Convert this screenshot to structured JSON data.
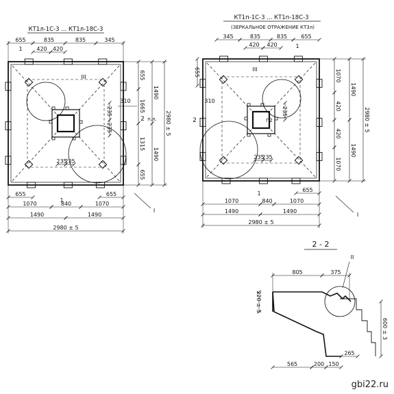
{
  "left_plan": {
    "title": "КТ1л-1С-3 ... КТ1л-18С-3",
    "top_dims": [
      "655",
      "835",
      "835",
      "345"
    ],
    "top_inner_dims": [
      "420",
      "420"
    ],
    "right_dims": [
      "655",
      "1665",
      "1315",
      "655"
    ],
    "right_outer_dims": [
      "1490",
      "1490"
    ],
    "overall_vertical": "2980 ± 5",
    "bottom_row1": [
      "655",
      "655"
    ],
    "bottom_row2": [
      "1070",
      "840",
      "1070"
    ],
    "bottom_row3": [
      "1490",
      "1490"
    ],
    "overall_horizontal": "2980 ± 5",
    "center_dims": [
      "235",
      "235"
    ],
    "center_vertical_dims": [
      "235",
      "235"
    ],
    "dim_310": "310",
    "section_mark": "2",
    "section_mark_suffix": "п.л.",
    "roman_three": "III",
    "roman_one": "I",
    "cut_mark": "1"
  },
  "right_plan": {
    "title": "КТ1п-1С-3 ... КТ1п-18С-3",
    "subtitle": "(ЗЕРКАЛЬНОЕ ОТРАЖЕНИЕ КТЗл)",
    "top_dims": [
      "345",
      "835",
      "835",
      "655"
    ],
    "top_inner_dims": [
      "420",
      "420"
    ],
    "left_dim": "655",
    "right_dims": [
      "1070",
      "420",
      "420",
      "1070"
    ],
    "right_outer_dims": [
      "1490",
      "1490"
    ],
    "overall_vertical": "2980 ± 5",
    "bottom_row1": [
      "655"
    ],
    "bottom_row2": [
      "1070",
      "840",
      "1070"
    ],
    "bottom_row3": [
      "1490",
      "1490"
    ],
    "overall_horizontal": "2980 ± 5",
    "center_dims": [
      "235",
      "235"
    ],
    "center_vertical_dims": [
      "235"
    ],
    "dim_310": "310",
    "section_mark": "2",
    "roman_three": "III",
    "roman_one": "I",
    "cut_mark": "1",
    "p2_label": "П2"
  },
  "section": {
    "title": "2 - 2",
    "roman_two": "II",
    "top_dims": [
      "805",
      "375"
    ],
    "left_dim": "220 ± 3",
    "right_dim": "600 ± 3",
    "bottom_dims": [
      "565",
      "200",
      "150",
      "265"
    ]
  },
  "watermark": "gbi22.ru"
}
